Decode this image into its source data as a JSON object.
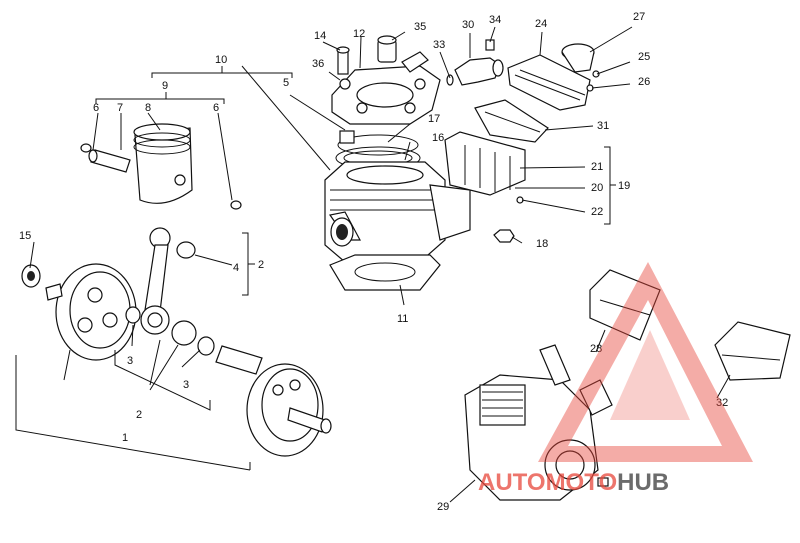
{
  "labels": {
    "l1": "1",
    "l2a": "2",
    "l2b": "2",
    "l3a": "3",
    "l3b": "3",
    "l4": "4",
    "l5": "5",
    "l6a": "6",
    "l6b": "6",
    "l7": "7",
    "l8": "8",
    "l9": "9",
    "l10": "10",
    "l11": "11",
    "l12": "12",
    "l14": "14",
    "l15": "15",
    "l16": "16",
    "l17": "17",
    "l18": "18",
    "l19": "19",
    "l20": "20",
    "l21": "21",
    "l22": "22",
    "l24": "24",
    "l25": "25",
    "l26": "26",
    "l27": "27",
    "l28": "28",
    "l29": "29",
    "l30": "30",
    "l31": "31",
    "l32": "32",
    "l33": "33",
    "l34": "34",
    "l35": "35",
    "l36": "36"
  },
  "watermark": {
    "part1": "AUTO",
    "part2": "MOTO",
    "part3": "HUB",
    "accent": "#e8483c",
    "dark": "#3a3a3a"
  }
}
